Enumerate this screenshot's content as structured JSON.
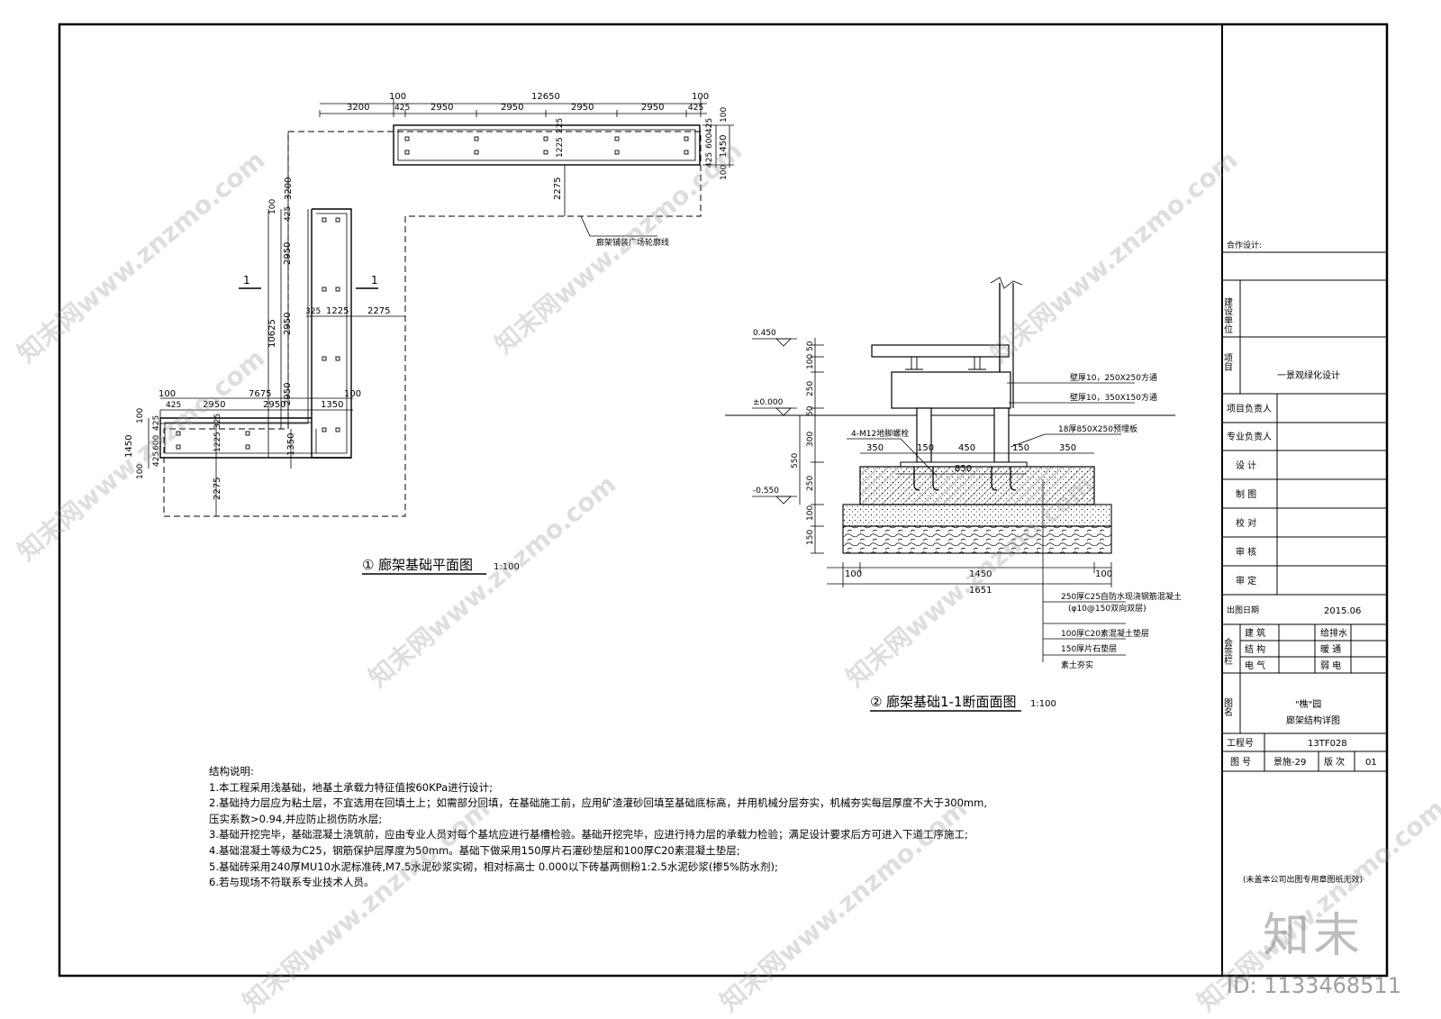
{
  "plan": {
    "title": "廊架基础平面图",
    "num": "①",
    "scale": "1:100",
    "note": "廊架铺装广场轮廓线",
    "section_mark": "1",
    "dims_top": [
      "100",
      "12650",
      "100",
      "3200",
      "425",
      "2950",
      "2950",
      "2950",
      "2950",
      "425"
    ],
    "dims_right": [
      "425",
      "600",
      "425",
      "1450",
      "100",
      "100",
      "1225",
      "225"
    ],
    "dims_left_top": [
      "3200",
      "100",
      "425",
      "2950",
      "2950",
      "2950",
      "10625"
    ],
    "dims_mid": [
      "325",
      "1225",
      "2275",
      "2275",
      "1225",
      "325"
    ],
    "dims_bottom_arm": [
      "100",
      "7675",
      "100",
      "425",
      "2950",
      "2950",
      "1350",
      "1350"
    ],
    "dims_bottom_left": [
      "100",
      "425",
      "1450",
      "600",
      "425",
      "100",
      "1225",
      "325",
      "2275"
    ]
  },
  "section": {
    "title": "廊架基础1-1断面面图",
    "num": "②",
    "scale": "1:100",
    "levels": [
      "0.450",
      "±0.000",
      "-0.550"
    ],
    "vert_dims": [
      "50",
      "100",
      "250",
      "50",
      "300",
      "550",
      "250",
      "100",
      "150"
    ],
    "horiz_dims_1": [
      "350",
      "150",
      "450",
      "150",
      "350"
    ],
    "horiz_dims_2": [
      "850"
    ],
    "horiz_dims_3": [
      "100",
      "1450",
      "100"
    ],
    "horiz_dims_4": [
      "1651"
    ],
    "callouts": [
      "壁厚10，250X250方通",
      "壁厚10，350X150方通",
      "18厚850X250预埋板",
      "4-M12地脚螺栓"
    ],
    "layers": [
      "250厚C25自防水现浇钢筋混凝土",
      "(φ10@150双向双层)",
      "100厚C20素混凝土垫层",
      "150厚片石垫层",
      "素土夯实"
    ]
  },
  "notes": {
    "title": "结构说明:",
    "items": [
      "1.本工程采用浅基础，地基土承载力特征值按60KPa进行设计;",
      "2.基础持力层应为粘土层，不宜选用在回填土上；如需部分回填，在基础施工前，应用矿渣灌砂回填至基础底标高，并用机械分层夯实，机械夯实每层厚度不大于300mm,",
      "压实系数>0.94,并应防止损伤防水层;",
      "3.基础开挖完毕，基础混凝土浇筑前，应由专业人员对每个基坑应进行基槽检验。基础开挖完毕，应进行持力层的承载力检验；满足设计要求后方可进入下道工序施工;",
      "4.基础混凝土等级为C25，钢筋保护层厚度为50mm。基础下做采用150厚片石灌砂垫层和100厚C20素混凝土垫层;",
      "5.基础砖采用240厚MU10水泥标准砖,M7.5水泥砂浆实砌，相对标高士 0.000以下砖基两侧粉1:2.5水泥砂浆(掺5%防水剂);",
      "6.若与现场不符联系专业技术人员。"
    ]
  },
  "titleblock": {
    "coop": "合作设计:",
    "client_label": "建设单位",
    "project_label": "项目",
    "project_value": "一景观绿化设计",
    "roles": [
      "项目负责人",
      "专业负责人",
      "设  计",
      "制  图",
      "校  对",
      "审  核",
      "审  定"
    ],
    "date_label": "出图日期",
    "date_value": "2015.06",
    "sign_label": "会签栏",
    "sign_items": [
      [
        "建 筑",
        "给排水"
      ],
      [
        "结 构",
        "暖 通"
      ],
      [
        "电 气",
        "弱 电"
      ]
    ],
    "drawing_label": "图名",
    "drawing_name_1": "\"樵\"园",
    "drawing_name_2": "廊架结构详图",
    "job_label": "工程号",
    "job_value": "13TF028",
    "sheet_label": "图 号",
    "sheet_value": "景施-29",
    "rev_label": "版 次",
    "rev_value": "01",
    "stamp_note": "(未盖本公司出图专用章图纸无效)"
  },
  "watermark": {
    "text": "知末网www.znzmo.com",
    "brand": "知末",
    "id": "ID: 1133468511"
  }
}
